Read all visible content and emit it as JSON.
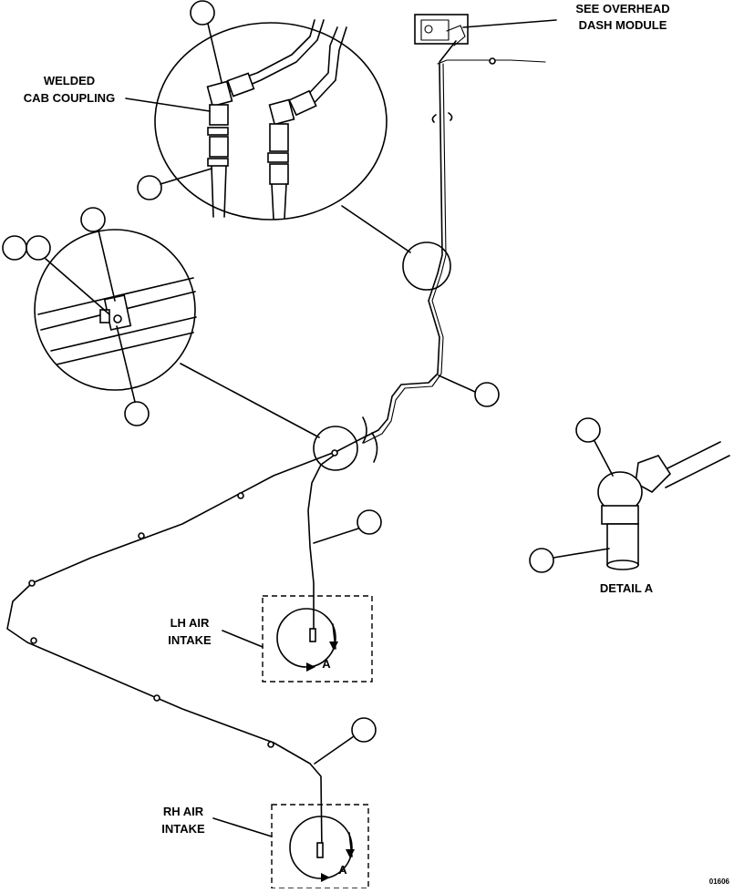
{
  "labels": {
    "see_overhead_line1": "SEE OVERHEAD",
    "see_overhead_line2": "DASH MODULE",
    "welded_line1": "WELDED",
    "welded_line2": "CAB COUPLING",
    "lh_line1": "LH AIR",
    "lh_line2": "INTAKE",
    "rh_line1": "RH AIR",
    "rh_line2": "INTAKE",
    "detail_a": "DETAIL A",
    "view_letter_lh": "A",
    "view_letter_rh": "A",
    "figure_number": "01606"
  }
}
